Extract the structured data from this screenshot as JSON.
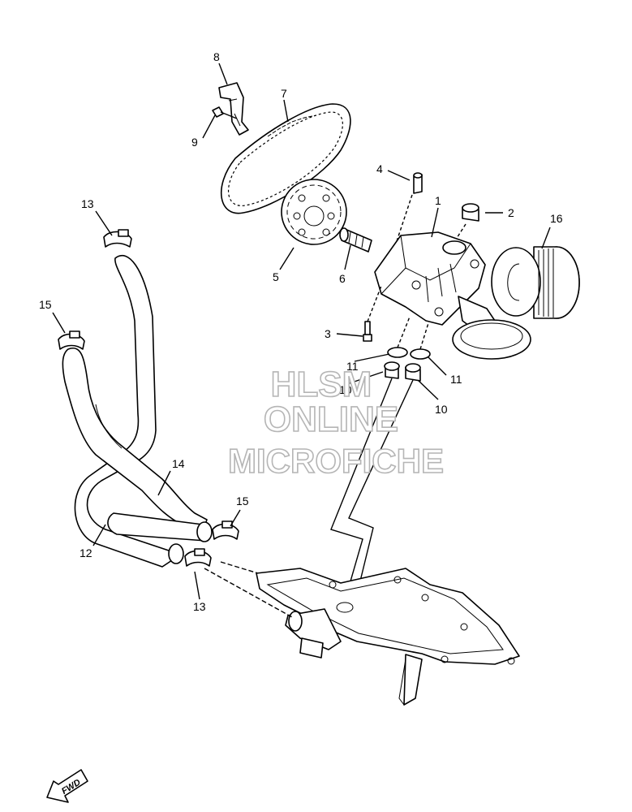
{
  "watermark": {
    "line1": "HLSM",
    "line2": "ONLINE",
    "line3": "MICROFICHE"
  },
  "fwd_label": "FWD",
  "callouts": [
    {
      "id": "c1",
      "label": "1"
    },
    {
      "id": "c2",
      "label": "2"
    },
    {
      "id": "c3",
      "label": "3"
    },
    {
      "id": "c4",
      "label": "4"
    },
    {
      "id": "c5",
      "label": "5"
    },
    {
      "id": "c6",
      "label": "6"
    },
    {
      "id": "c7",
      "label": "7"
    },
    {
      "id": "c8",
      "label": "8"
    },
    {
      "id": "c9",
      "label": "9"
    },
    {
      "id": "c10a",
      "label": "10"
    },
    {
      "id": "c10b",
      "label": "10"
    },
    {
      "id": "c11a",
      "label": "11"
    },
    {
      "id": "c11b",
      "label": "11"
    },
    {
      "id": "c12",
      "label": "12"
    },
    {
      "id": "c13a",
      "label": "13"
    },
    {
      "id": "c13b",
      "label": "13"
    },
    {
      "id": "c14",
      "label": "14"
    },
    {
      "id": "c15a",
      "label": "15"
    },
    {
      "id": "c15b",
      "label": "15"
    },
    {
      "id": "c16",
      "label": "16"
    }
  ]
}
